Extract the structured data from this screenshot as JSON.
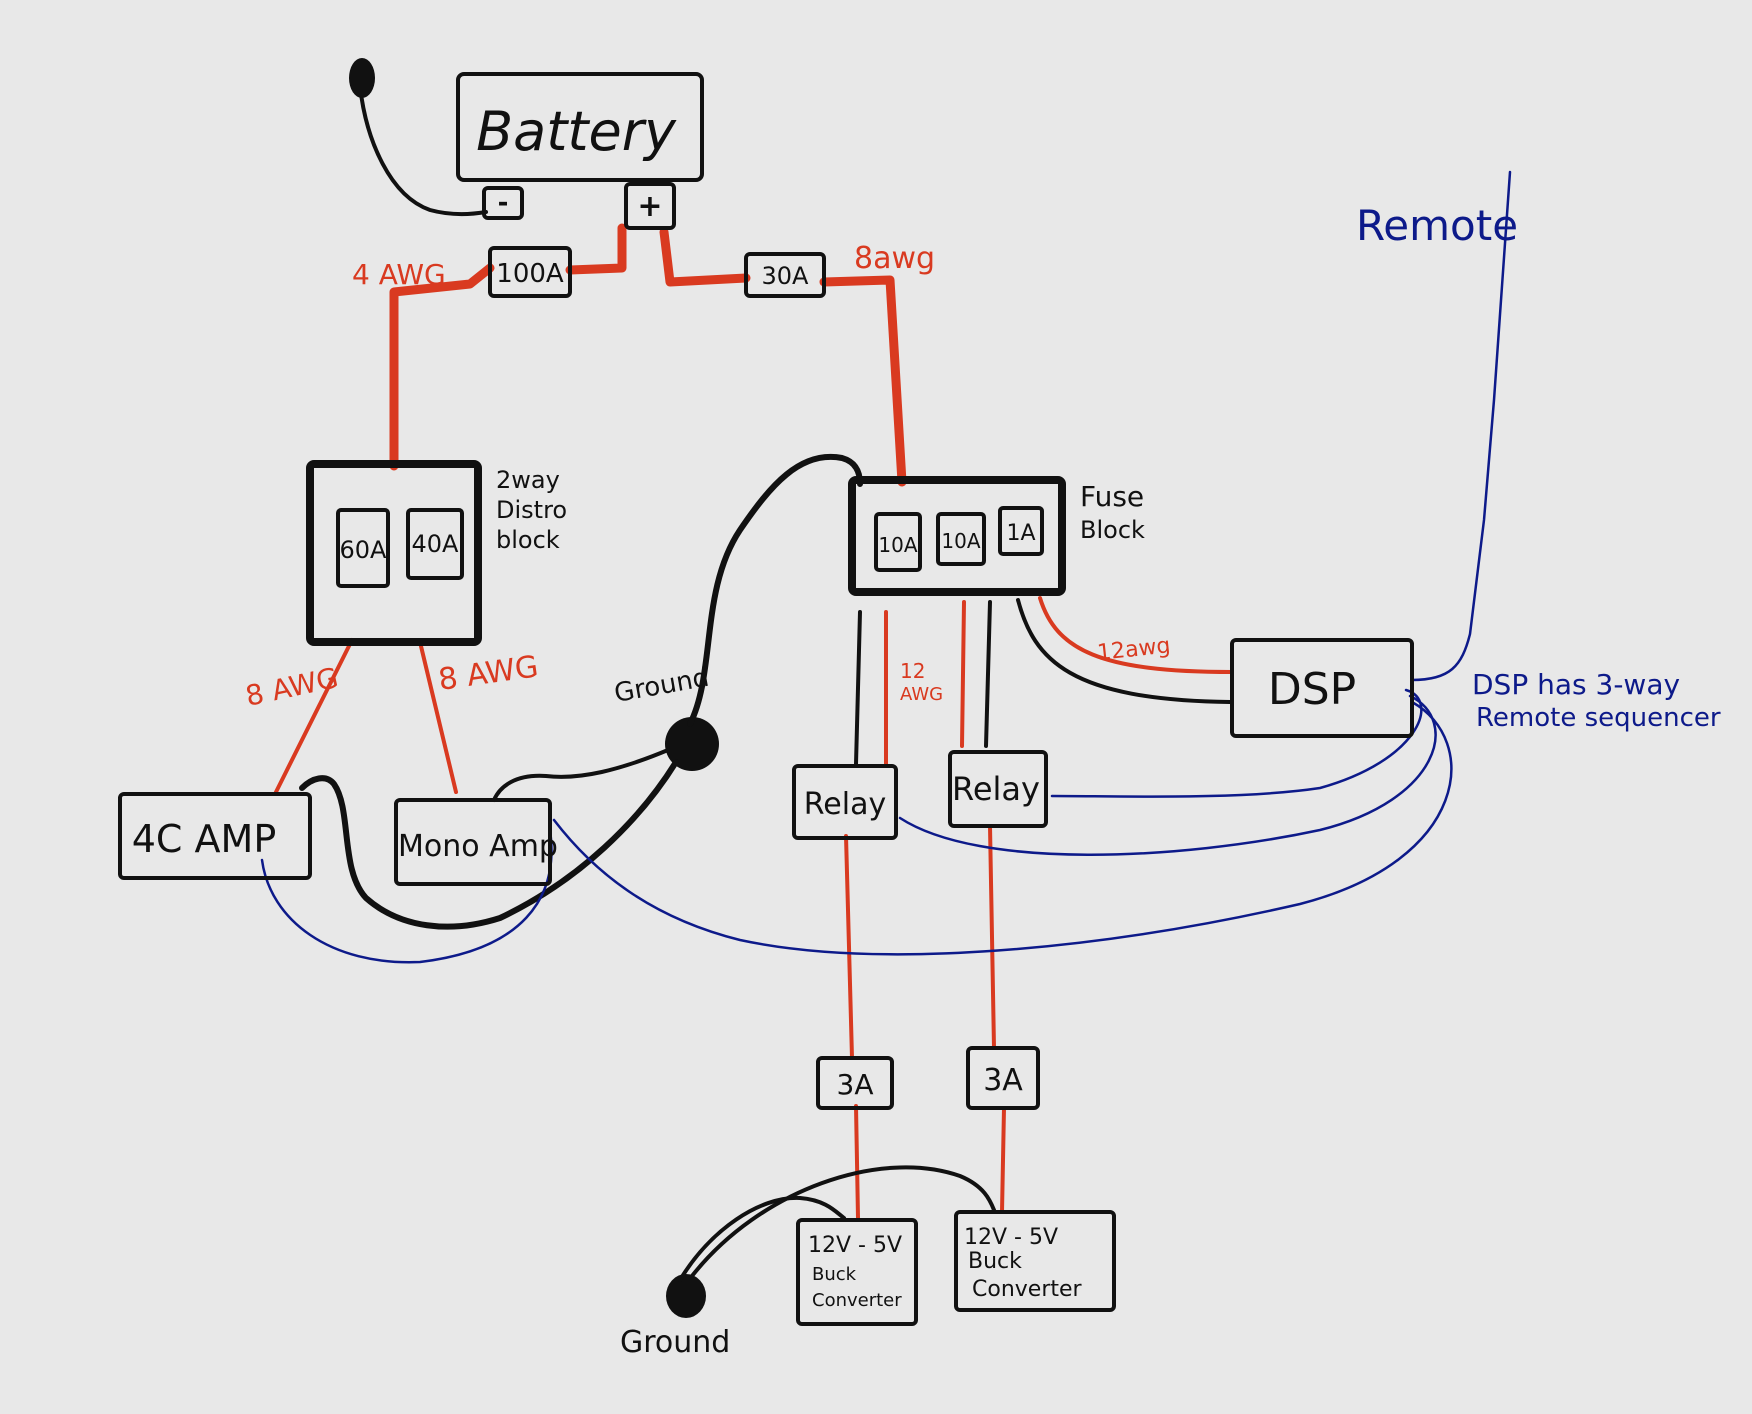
{
  "components": {
    "battery": "Battery",
    "neg_terminal": "-",
    "pos_terminal": "+",
    "main_fuse": "100A",
    "secondary_fuse": "30A",
    "distro_block_label_1": "2way",
    "distro_block_label_2": "Distro",
    "distro_block_label_3": "block",
    "distro_fuse_1": "60A",
    "distro_fuse_2": "40A",
    "fuse_block_label_1": "Fuse",
    "fuse_block_label_2": "Block",
    "fuse_block_fuse_1": "10A",
    "fuse_block_fuse_2": "10A",
    "fuse_block_fuse_3": "1A",
    "amp_4c": "4C AMP",
    "mono_amp": "Mono Amp",
    "relay_1": "Relay",
    "relay_2": "Relay",
    "dsp": "DSP",
    "inline_fuse_1": "3A",
    "inline_fuse_2": "3A",
    "buck_1_line_1": "12V - 5V",
    "buck_1_line_2": "Buck",
    "buck_1_line_3": "Converter",
    "buck_2_line_1": "12V - 5V",
    "buck_2_line_2": "Buck",
    "buck_2_line_3": "Converter"
  },
  "wire_labels": {
    "main_wire": "4 AWG",
    "secondary_wire": "8awg",
    "amp4c_wire": "8 AWG",
    "mono_wire": "8 AWG",
    "dsp_wire": "12awg",
    "relay_wire_1": "12",
    "relay_wire_2": "AWG"
  },
  "annotations": {
    "ground_main": "Ground",
    "ground_bottom": "Ground",
    "remote": "Remote",
    "dsp_note_1": "DSP has 3-way",
    "dsp_note_2": "Remote sequencer"
  },
  "colors": {
    "power_wire": "#d93a20",
    "ground_wire": "#111111",
    "remote_wire": "#0d1a8a",
    "background": "#e8e8e8"
  }
}
